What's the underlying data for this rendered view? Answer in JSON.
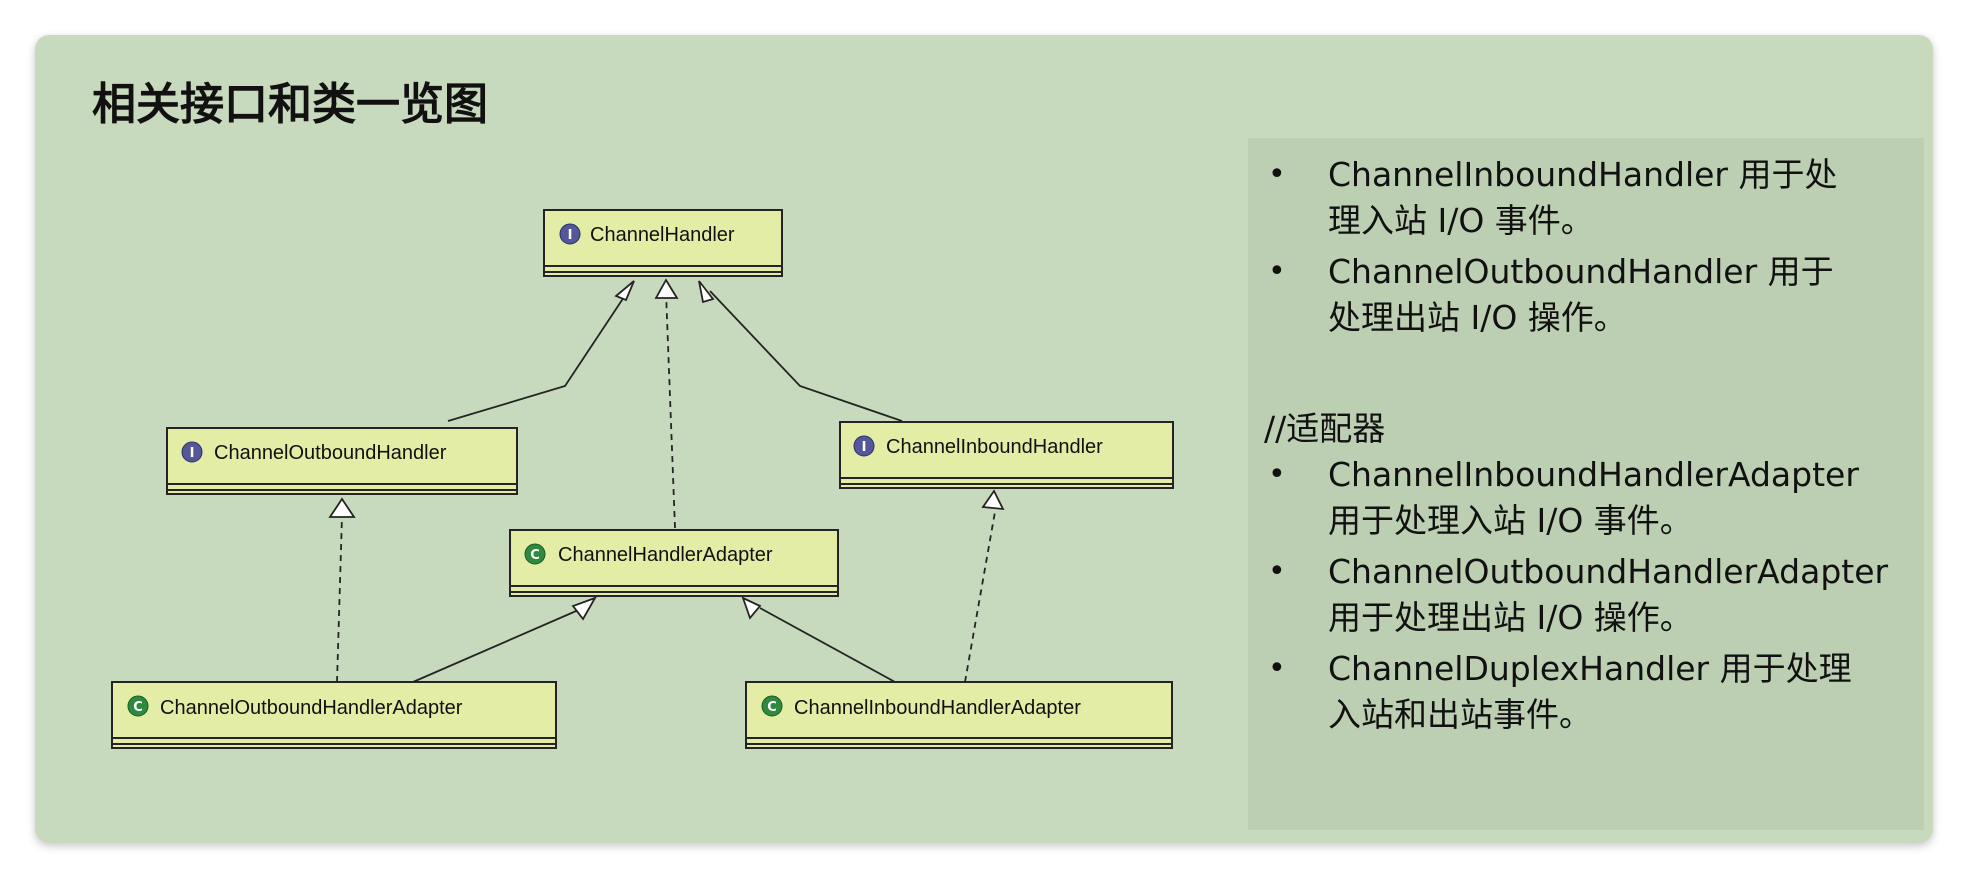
{
  "title": "相关接口和类一览图",
  "diagram": {
    "classes": [
      {
        "id": "handler",
        "kind": "interface",
        "badge": "I",
        "label": "ChannelHandler"
      },
      {
        "id": "outbound",
        "kind": "interface",
        "badge": "I",
        "label": "ChannelOutboundHandler"
      },
      {
        "id": "inbound",
        "kind": "interface",
        "badge": "I",
        "label": "ChannelInboundHandler"
      },
      {
        "id": "adapter",
        "kind": "class",
        "badge": "C",
        "label": "ChannelHandlerAdapter"
      },
      {
        "id": "outbound-adapter",
        "kind": "class",
        "badge": "C",
        "label": "ChannelOutboundHandlerAdapter"
      },
      {
        "id": "inbound-adapter",
        "kind": "class",
        "badge": "C",
        "label": "ChannelInboundHandlerAdapter"
      }
    ],
    "relations": [
      {
        "from": "outbound",
        "to": "handler",
        "type": "extends"
      },
      {
        "from": "adapter",
        "to": "handler",
        "type": "implements"
      },
      {
        "from": "inbound",
        "to": "handler",
        "type": "extends"
      },
      {
        "from": "outbound-adapter",
        "to": "outbound",
        "type": "implements"
      },
      {
        "from": "outbound-adapter",
        "to": "adapter",
        "type": "extends"
      },
      {
        "from": "inbound-adapter",
        "to": "adapter",
        "type": "extends"
      },
      {
        "from": "inbound-adapter",
        "to": "inbound",
        "type": "implements"
      }
    ]
  },
  "panel": {
    "bullet": "•",
    "list1": [
      "ChannelInboundHandler 用于处理入站 I/O 事件。",
      "ChannelOutboundHandler 用于处理出站 I/O 操作。"
    ],
    "comment": "//适配器",
    "list2": [
      "ChannelInboundHandlerAdapter 用于处理入站 I/O 事件。",
      "ChannelOutboundHandlerAdapter 用于处理出站 I/O 操作。",
      "ChannelDuplexHandler 用于处理入站和出站事件。"
    ]
  }
}
